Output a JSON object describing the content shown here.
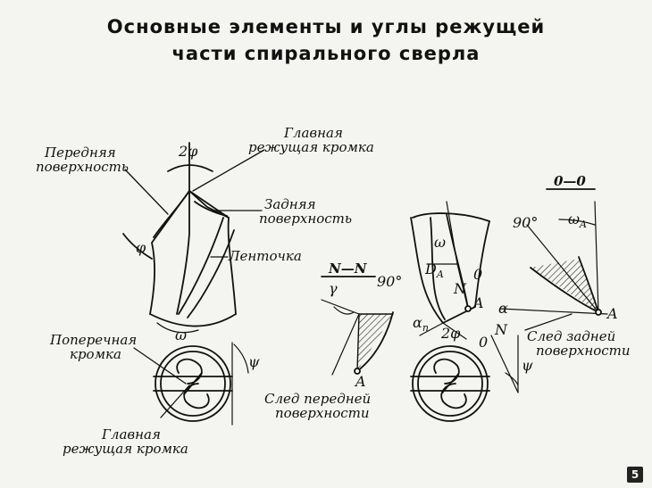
{
  "title": {
    "line1": "Основные элементы и углы режущей",
    "line2": "части спирального сверла"
  },
  "labels": {
    "main_edge_top_1": "Главная",
    "main_edge_top_2": "режущая кромка",
    "front_surface_1": "Передняя",
    "front_surface_2": "поверхность",
    "back_surface_1": "Задняя",
    "back_surface_2": "поверхность",
    "land": "Ленточка",
    "cross_edge_1": "Поперечная",
    "cross_edge_2": "кромка",
    "main_edge_bottom_1": "Главная",
    "main_edge_bottom_2": "режущая кромка",
    "front_trace_1": "След передней",
    "front_trace_2": "поверхности",
    "back_trace_1": "След задней",
    "back_trace_2": "поверхности",
    "section_nn": "N—N",
    "section_oo": "0—0"
  },
  "symbols": {
    "two_phi": "2φ",
    "phi": "φ",
    "omega": "ω",
    "psi": "ψ",
    "gamma": "γ",
    "ninety": "90°",
    "alpha": "α",
    "alpha_n_sub": "n",
    "omega_a": "ω",
    "omega_a_sub": "A",
    "d_a": "D",
    "d_a_sub": "A",
    "n": "N",
    "a": "A",
    "zero": "0"
  },
  "page_number": "5"
}
